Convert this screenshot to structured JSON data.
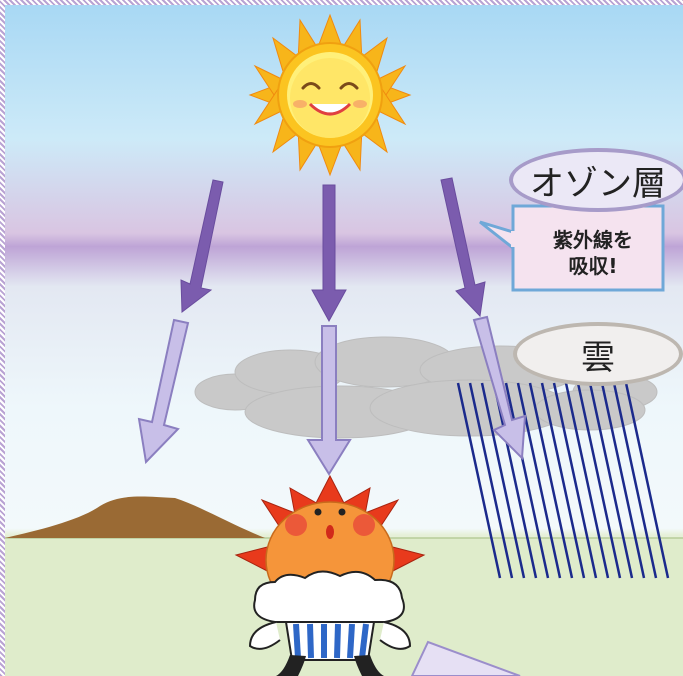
{
  "labels": {
    "ozone_layer": "オゾン層",
    "absorb_line1": "紫外線を",
    "absorb_line2": "吸収!",
    "cloud": "雲"
  },
  "colors": {
    "uv_arrow_dark": "#7b5cae",
    "uv_arrow_light": "#c8bfe8",
    "rain": "#1b2a8c",
    "cloud": "#c9c9c9",
    "mountain": "#9a6a34",
    "ground": "#dfecc9",
    "sun": "#f7b51a",
    "mascot_body": "#f5953a"
  },
  "icons": [
    "sun-face-icon",
    "mascot-character-icon",
    "rain-lines-icon",
    "cloud-icon",
    "mountain-icon"
  ]
}
